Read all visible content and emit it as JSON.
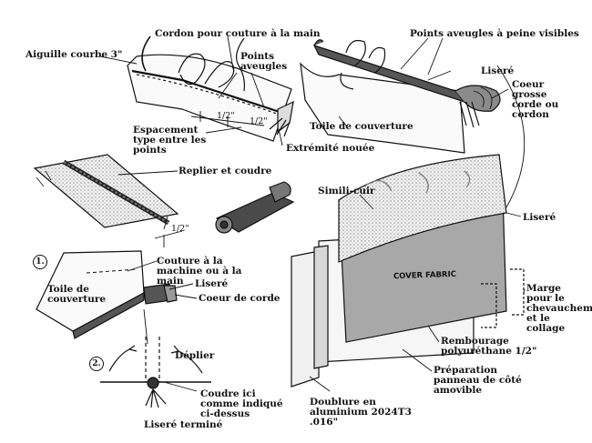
{
  "colors": {
    "ink": "#111111",
    "gray_fabric": "#a8a8a8",
    "panel": "#e6e6e6"
  },
  "labels": {
    "curved_needle": "Aiguille courbe 3\"",
    "hand_cord": "Cordon pour couture à la main",
    "blind_stitches": "Points aveugles",
    "stitch_spacing": "Espacement type entre les points",
    "knotted_end": "Extrémité nouée",
    "half_a": "1/2\"",
    "half_b": "1/2\"",
    "half_c": "1/2\"",
    "barely_visible": "Points aveugles à peine visibles",
    "welt_top": "Liseré",
    "cord_core": "Coeur grosse corde ou cordon",
    "cover_cloth_top": "Toile de couverture",
    "fold_sew": "Replier et coudre",
    "simili": "Simili-cuir",
    "welt_right": "Liseré",
    "cover_fabric": "COVER FABRIC",
    "step1": "1.",
    "step2": "2.",
    "machine_or_hand": "Couture à la machine ou à la main",
    "cover_cloth_left": "Toile de couverture",
    "welt_left": "Liseré",
    "cord_heart": "Coeur de corde",
    "unfold": "Déplier",
    "sew_here": "Coudre ici comme indiqué ci-dessus",
    "welt_done": "Liseré terminé",
    "margin": "Marge pour le chevauchement et le collage",
    "padding": "Rembourage polyuréthane 1/2\"",
    "panel_prep": "Préparation panneau de côté amovible",
    "aluminum": "Doublure en aluminium 2024T3 .016\""
  }
}
